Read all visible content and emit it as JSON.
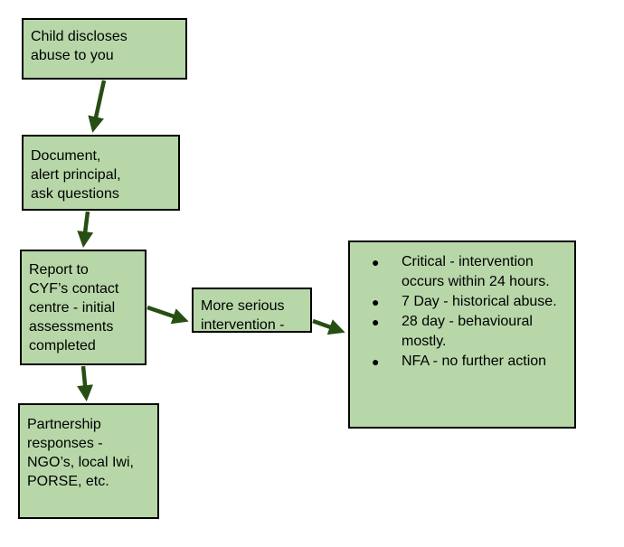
{
  "nodes": {
    "child_discloses": "Child discloses\nabuse to you",
    "document": "Document,\nalert principal,\nask questions",
    "report": "Report to\nCYF’s contact\ncentre - initial\nassessments\ncompleted",
    "partnership": "Partnership\nresponses -\nNGO’s, local Iwi,\nPORSE, etc.",
    "more_serious": "More serious\nintervention -",
    "outcomes": [
      "Critical - intervention occurs within 24 hours.",
      "7 Day - historical abuse.",
      "28 day - behavioural mostly.",
      "NFA - no further action"
    ]
  },
  "edges": [
    {
      "from": "child_discloses",
      "to": "document"
    },
    {
      "from": "document",
      "to": "report"
    },
    {
      "from": "report",
      "to": "partnership"
    },
    {
      "from": "report",
      "to": "more_serious"
    },
    {
      "from": "more_serious",
      "to": "outcomes"
    }
  ],
  "colors": {
    "box_fill": "#b7d7a8",
    "box_border": "#000000",
    "arrow": "#274e13"
  }
}
